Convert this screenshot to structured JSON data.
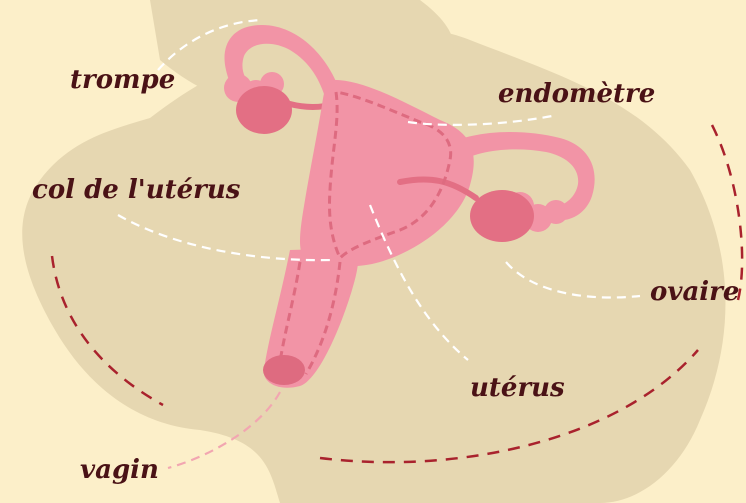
{
  "colors": {
    "background": "#fcefc9",
    "silhouette": "#e6d7b1",
    "organ": "#f294a6",
    "organ_dark": "#de6b80",
    "ovary": "#e36f84",
    "dashes_inner": "#e06d83",
    "leader_light": "#ffffff",
    "leader_pink": "#f2a6b1",
    "bracket": "#a9222d",
    "text": "#4a1216"
  },
  "labels": {
    "trompe": "trompe",
    "endometre": "endomètre",
    "col": "col de l'utérus",
    "ovaire": "ovaire",
    "uterus": "utérus",
    "vagin": "vagin"
  }
}
